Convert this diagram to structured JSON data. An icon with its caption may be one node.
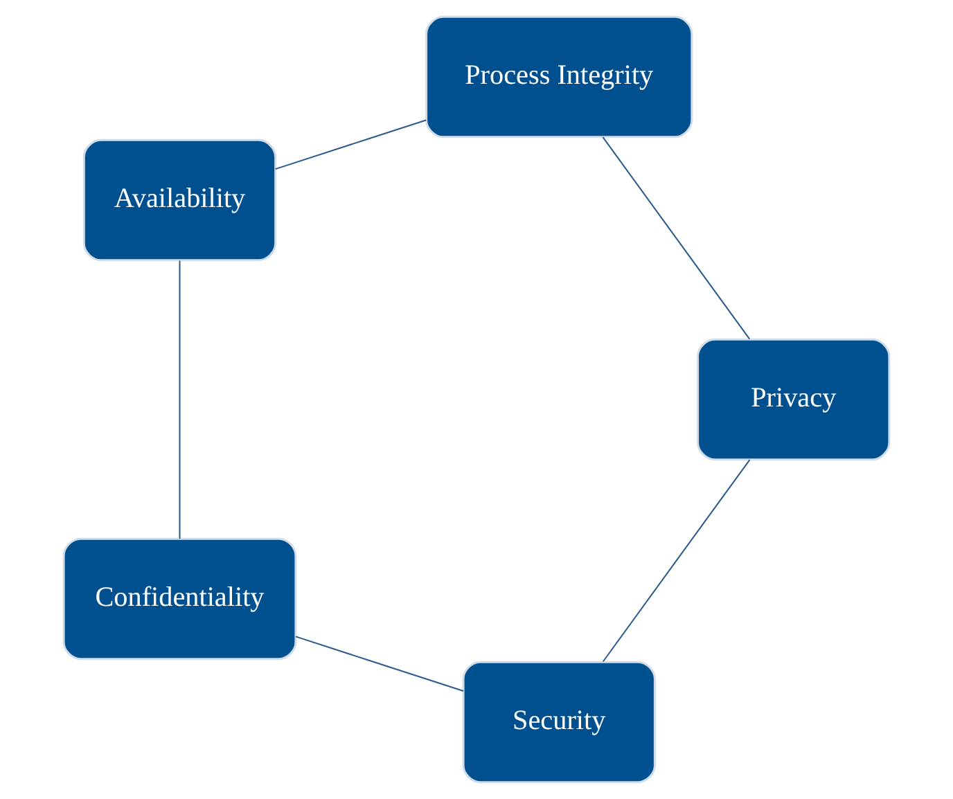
{
  "diagram": {
    "nodes": [
      {
        "text": [
          "Security"
        ]
      },
      {
        "text": [
          "Confidentiality"
        ]
      },
      {
        "text": [
          "Availability"
        ]
      },
      {
        "text": [
          "Process Integrity"
        ]
      },
      {
        "text": [
          "Privacy"
        ]
      }
    ],
    "edges": [
      {
        "from": 0,
        "to": 1,
        "arrow": "none"
      },
      {
        "from": 1,
        "to": 2,
        "arrow": "none"
      },
      {
        "from": 2,
        "to": 3,
        "arrow": "none"
      },
      {
        "from": 3,
        "to": 4,
        "arrow": "none"
      },
      {
        "from": 4,
        "to": 0,
        "arrow": "none"
      }
    ]
  }
}
